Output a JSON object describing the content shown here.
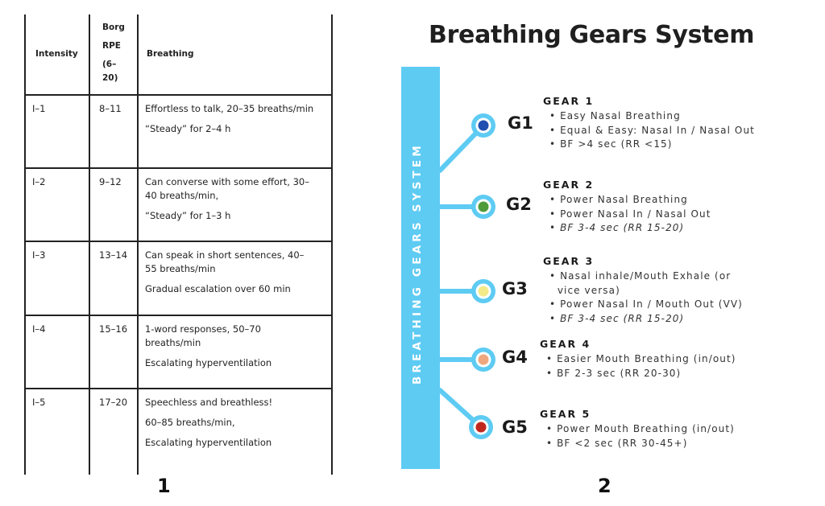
{
  "table": {
    "headers": {
      "intensity": "Intensity",
      "borg_lines": [
        "Borg",
        "RPE",
        "(6–",
        "20)"
      ],
      "breathing": "Breathing"
    },
    "rows": [
      {
        "intensity": "I–1",
        "rpe": "8–11",
        "lines": [
          "Effortless to talk, 20–35 breaths/min",
          "",
          "“Steady” for 2–4 h"
        ]
      },
      {
        "intensity": "I–2",
        "rpe": "9–12",
        "lines": [
          "Can converse with some effort, 30–",
          "40 breaths/min,",
          "",
          "“Steady” for 1–3 h"
        ]
      },
      {
        "intensity": "I–3",
        "rpe": "13–14",
        "lines": [
          "Can speak in short sentences, 40–",
          "55 breaths/min",
          "",
          "Gradual escalation over 60 min"
        ]
      },
      {
        "intensity": "I–4",
        "rpe": "15–16",
        "lines": [
          "1-word responses, 50–70",
          "breaths/min",
          "",
          "Escalating hyperventilation"
        ]
      },
      {
        "intensity": "I–5",
        "rpe": "17–20",
        "lines": [
          "Speechless and breathless!",
          "",
          "60–85 breaths/min,",
          "",
          "Escalating hyperventilation"
        ]
      }
    ],
    "panel_number": "1"
  },
  "gears": {
    "title": "Breathing Gears System",
    "vertical_label": "BREATHING GEARS SYSTEM",
    "bar_color": "#5ecbf3",
    "panel_number": "2",
    "items": [
      {
        "label": "G1",
        "heading": "GEAR 1",
        "dot_color": "#1f4fb0",
        "bullets": [
          {
            "text": "• Easy Nasal Breathing"
          },
          {
            "text": "• Equal & Easy: Nasal In / Nasal Out"
          },
          {
            "text": "• BF >4 sec (RR <15)"
          }
        ]
      },
      {
        "label": "G2",
        "heading": "GEAR 2",
        "dot_color": "#4f9a3a",
        "bullets": [
          {
            "text": "• Power Nasal Breathing"
          },
          {
            "text": "• Power Nasal In / Nasal Out"
          },
          {
            "text": "• BF 3-4 sec (RR 15-20)",
            "italic": true
          }
        ]
      },
      {
        "label": "G3",
        "heading": "GEAR 3",
        "dot_color": "#f3ea8a",
        "bullets": [
          {
            "text": "• Nasal inhale/Mouth Exhale (or"
          },
          {
            "text": "  vice versa)"
          },
          {
            "text": "• Power Nasal In / Mouth Out (VV)"
          },
          {
            "text": "• BF 3-4 sec (RR 15-20)",
            "italic": true
          }
        ]
      },
      {
        "label": "G4",
        "heading": "GEAR 4",
        "dot_color": "#f0a77d",
        "bullets": [
          {
            "text": "• Easier Mouth Breathing (in/out)"
          },
          {
            "text": "• BF 2-3 sec (RR 20-30)"
          }
        ]
      },
      {
        "label": "G5",
        "heading": "GEAR 5",
        "dot_color": "#c0281e",
        "bullets": [
          {
            "text": "• Power Mouth Breathing (in/out)"
          },
          {
            "text": "• BF <2 sec (RR 30-45+)"
          }
        ]
      }
    ]
  }
}
